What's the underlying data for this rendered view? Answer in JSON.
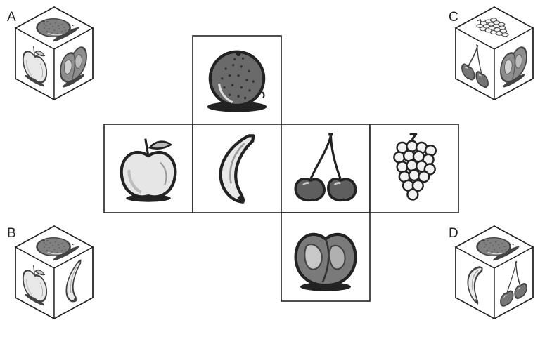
{
  "options": [
    {
      "id": "A",
      "label": "A",
      "top": "orange",
      "left": "apple",
      "right": "peach"
    },
    {
      "id": "B",
      "label": "B",
      "top": "orange",
      "left": "apple",
      "right": "banana"
    },
    {
      "id": "C",
      "label": "C",
      "top": "grapes",
      "left": "cherries",
      "right": "peach"
    },
    {
      "id": "D",
      "label": "D",
      "top": "orange",
      "left": "banana",
      "right": "cherries"
    }
  ],
  "net": [
    {
      "position": "top",
      "fruit": "orange"
    },
    {
      "position": "row-1",
      "fruit": "apple"
    },
    {
      "position": "row-2",
      "fruit": "banana"
    },
    {
      "position": "row-3",
      "fruit": "cherries"
    },
    {
      "position": "row-4",
      "fruit": "grapes"
    },
    {
      "position": "bottom",
      "fruit": "peach"
    }
  ],
  "colors": {
    "ink": "#222222",
    "face_fill": "#ffffff",
    "dark": "#5a5a5a",
    "mid": "#8f8f8f",
    "light": "#d4d4d4"
  }
}
